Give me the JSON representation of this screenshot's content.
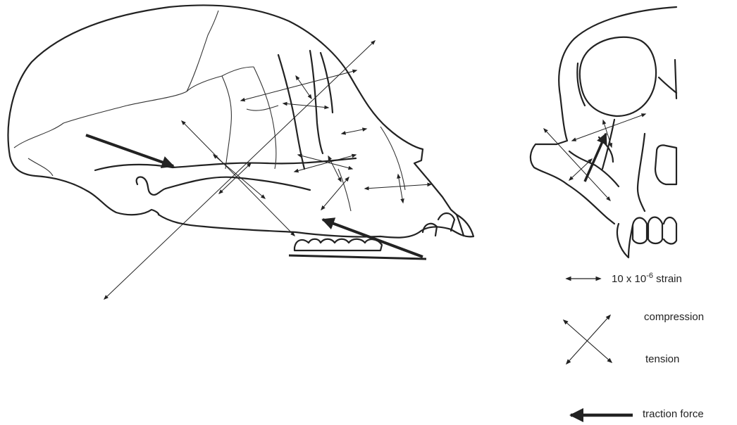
{
  "legend": {
    "scale_value": "10 x 10",
    "scale_exponent": "-6",
    "scale_unit": "strain",
    "compression": "compression",
    "tension": "tension",
    "traction_force": "traction force"
  },
  "colors": {
    "ink": "#222222",
    "background": "#ffffff"
  }
}
